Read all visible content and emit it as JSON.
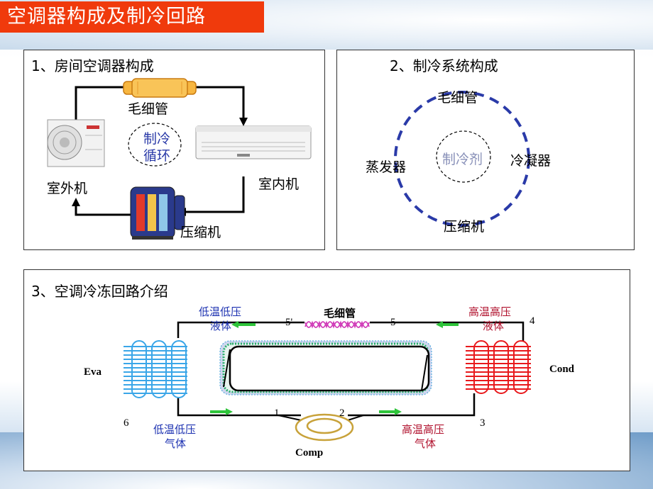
{
  "title": "空调器构成及制冷回路",
  "panel1": {
    "heading": "1、房间空调器构成",
    "capillary": "毛细管",
    "cycle_line1": "制冷",
    "cycle_line2": "循环",
    "outdoor_unit": "室外机",
    "indoor_unit": "室内机",
    "compressor": "压缩机"
  },
  "panel2": {
    "heading": "2、制冷系统构成",
    "capillary": "毛细管",
    "evaporator": "蒸发器",
    "refrigerant": "制冷剂",
    "condenser": "冷凝器",
    "compressor": "压缩机"
  },
  "panel3": {
    "heading": "3、空调冷冻回路介绍",
    "capillary": "毛细管",
    "lowlow_liquid_line1": "低温低压",
    "lowlow_liquid_line2": "液体",
    "highhigh_liquid_line1": "高温高压",
    "highhigh_liquid_line2": "液体",
    "lowlow_gas_line1": "低温低压",
    "lowlow_gas_line2": "气体",
    "highhigh_gas_line1": "高温高压",
    "highhigh_gas_line2": "气体",
    "evaporator": "Eva",
    "condenser": "Cond",
    "compressor": "Comp",
    "points": {
      "p1": "1",
      "p2": "2",
      "p3": "3",
      "p4": "4",
      "p5": "5",
      "p5prime": "5'",
      "p6": "6"
    }
  },
  "colors": {
    "title_bg": "#f03a0c",
    "dashed_circle": "#2a3aa8",
    "evaporator": "#3aa6e8",
    "condenser": "#e8191c",
    "flow_arrow": "#2ec43a",
    "low_text": "#1a2fb0",
    "high_text": "#b0102c",
    "compressor": "#c8a23a",
    "capillary": "#d03ab8"
  }
}
